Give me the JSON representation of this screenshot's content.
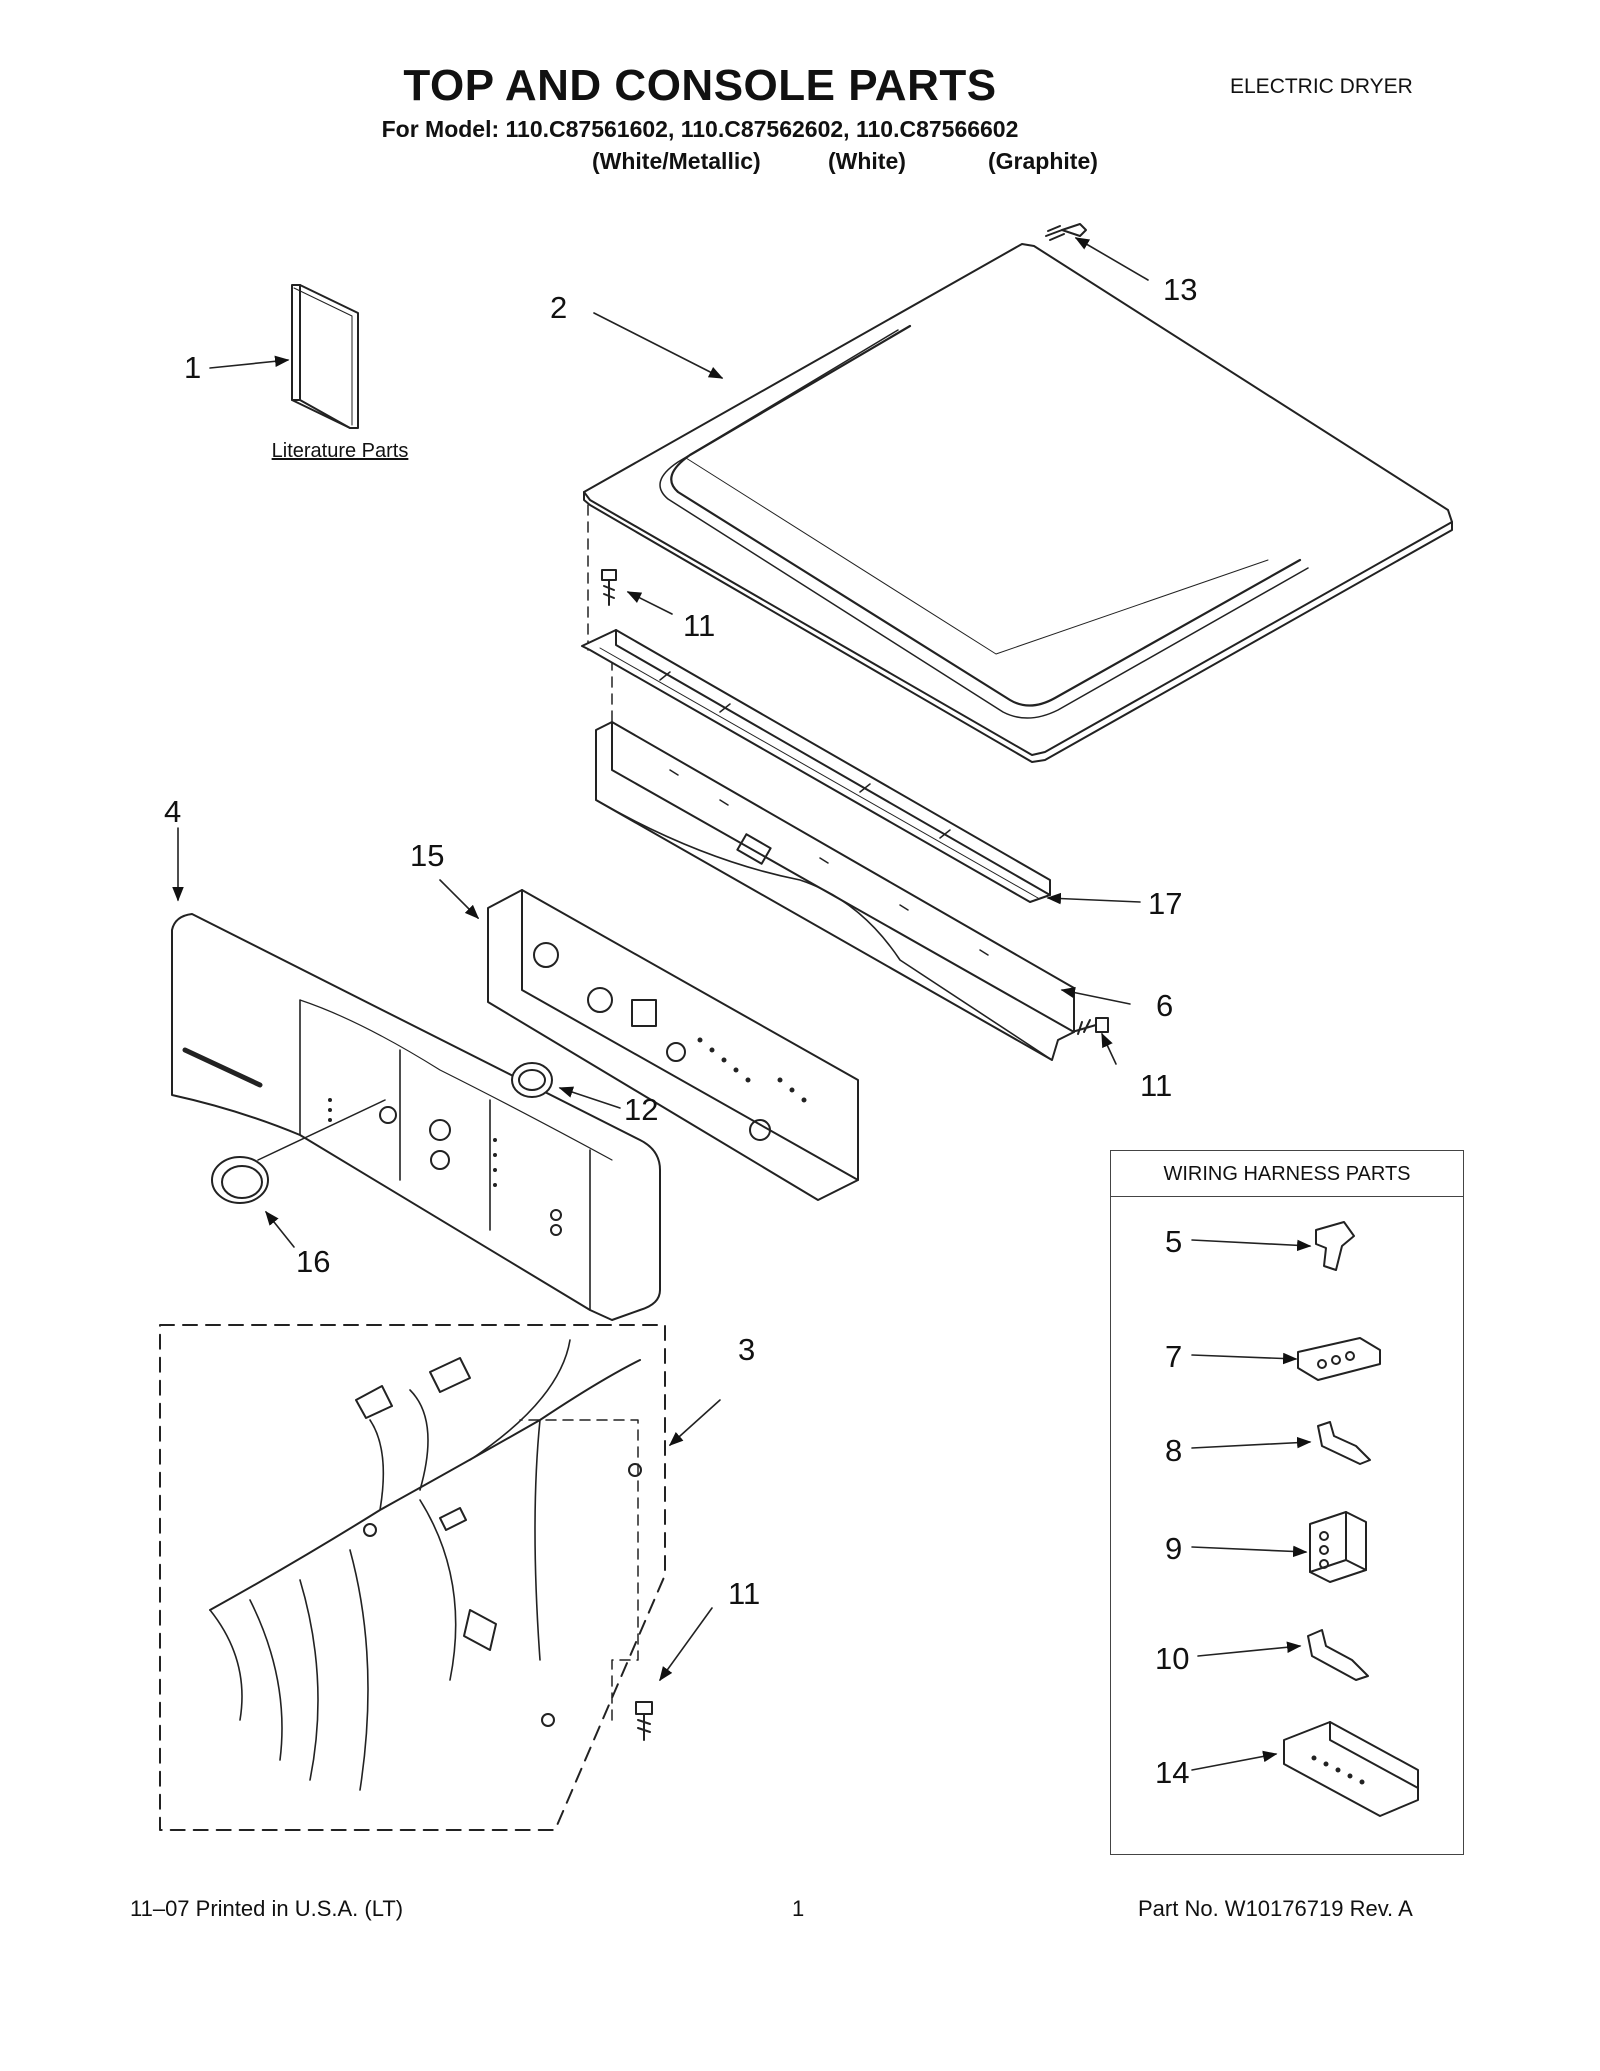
{
  "header": {
    "title": "TOP AND CONSOLE PARTS",
    "doc_type": "ELECTRIC DRYER",
    "model_line": "For Model: 110.C87561602, 110.C87562602, 110.C87566602",
    "variants": [
      "(White/Metallic)",
      "(White)",
      "(Graphite)"
    ]
  },
  "literature_label": "Literature Parts",
  "callouts": {
    "c1": "1",
    "c2": "2",
    "c3": "3",
    "c4": "4",
    "c6": "6",
    "c11a": "11",
    "c11b": "11",
    "c11c": "11",
    "c12": "12",
    "c13": "13",
    "c15": "15",
    "c16": "16",
    "c17": "17"
  },
  "wiring_harness": {
    "title": "WIRING HARNESS PARTS",
    "items": [
      "5",
      "7",
      "8",
      "9",
      "10",
      "14"
    ]
  },
  "footer": {
    "left": "11–07 Printed in U.S.A. (LT)",
    "center": "1",
    "right": "Part No. W10176719 Rev. A"
  }
}
